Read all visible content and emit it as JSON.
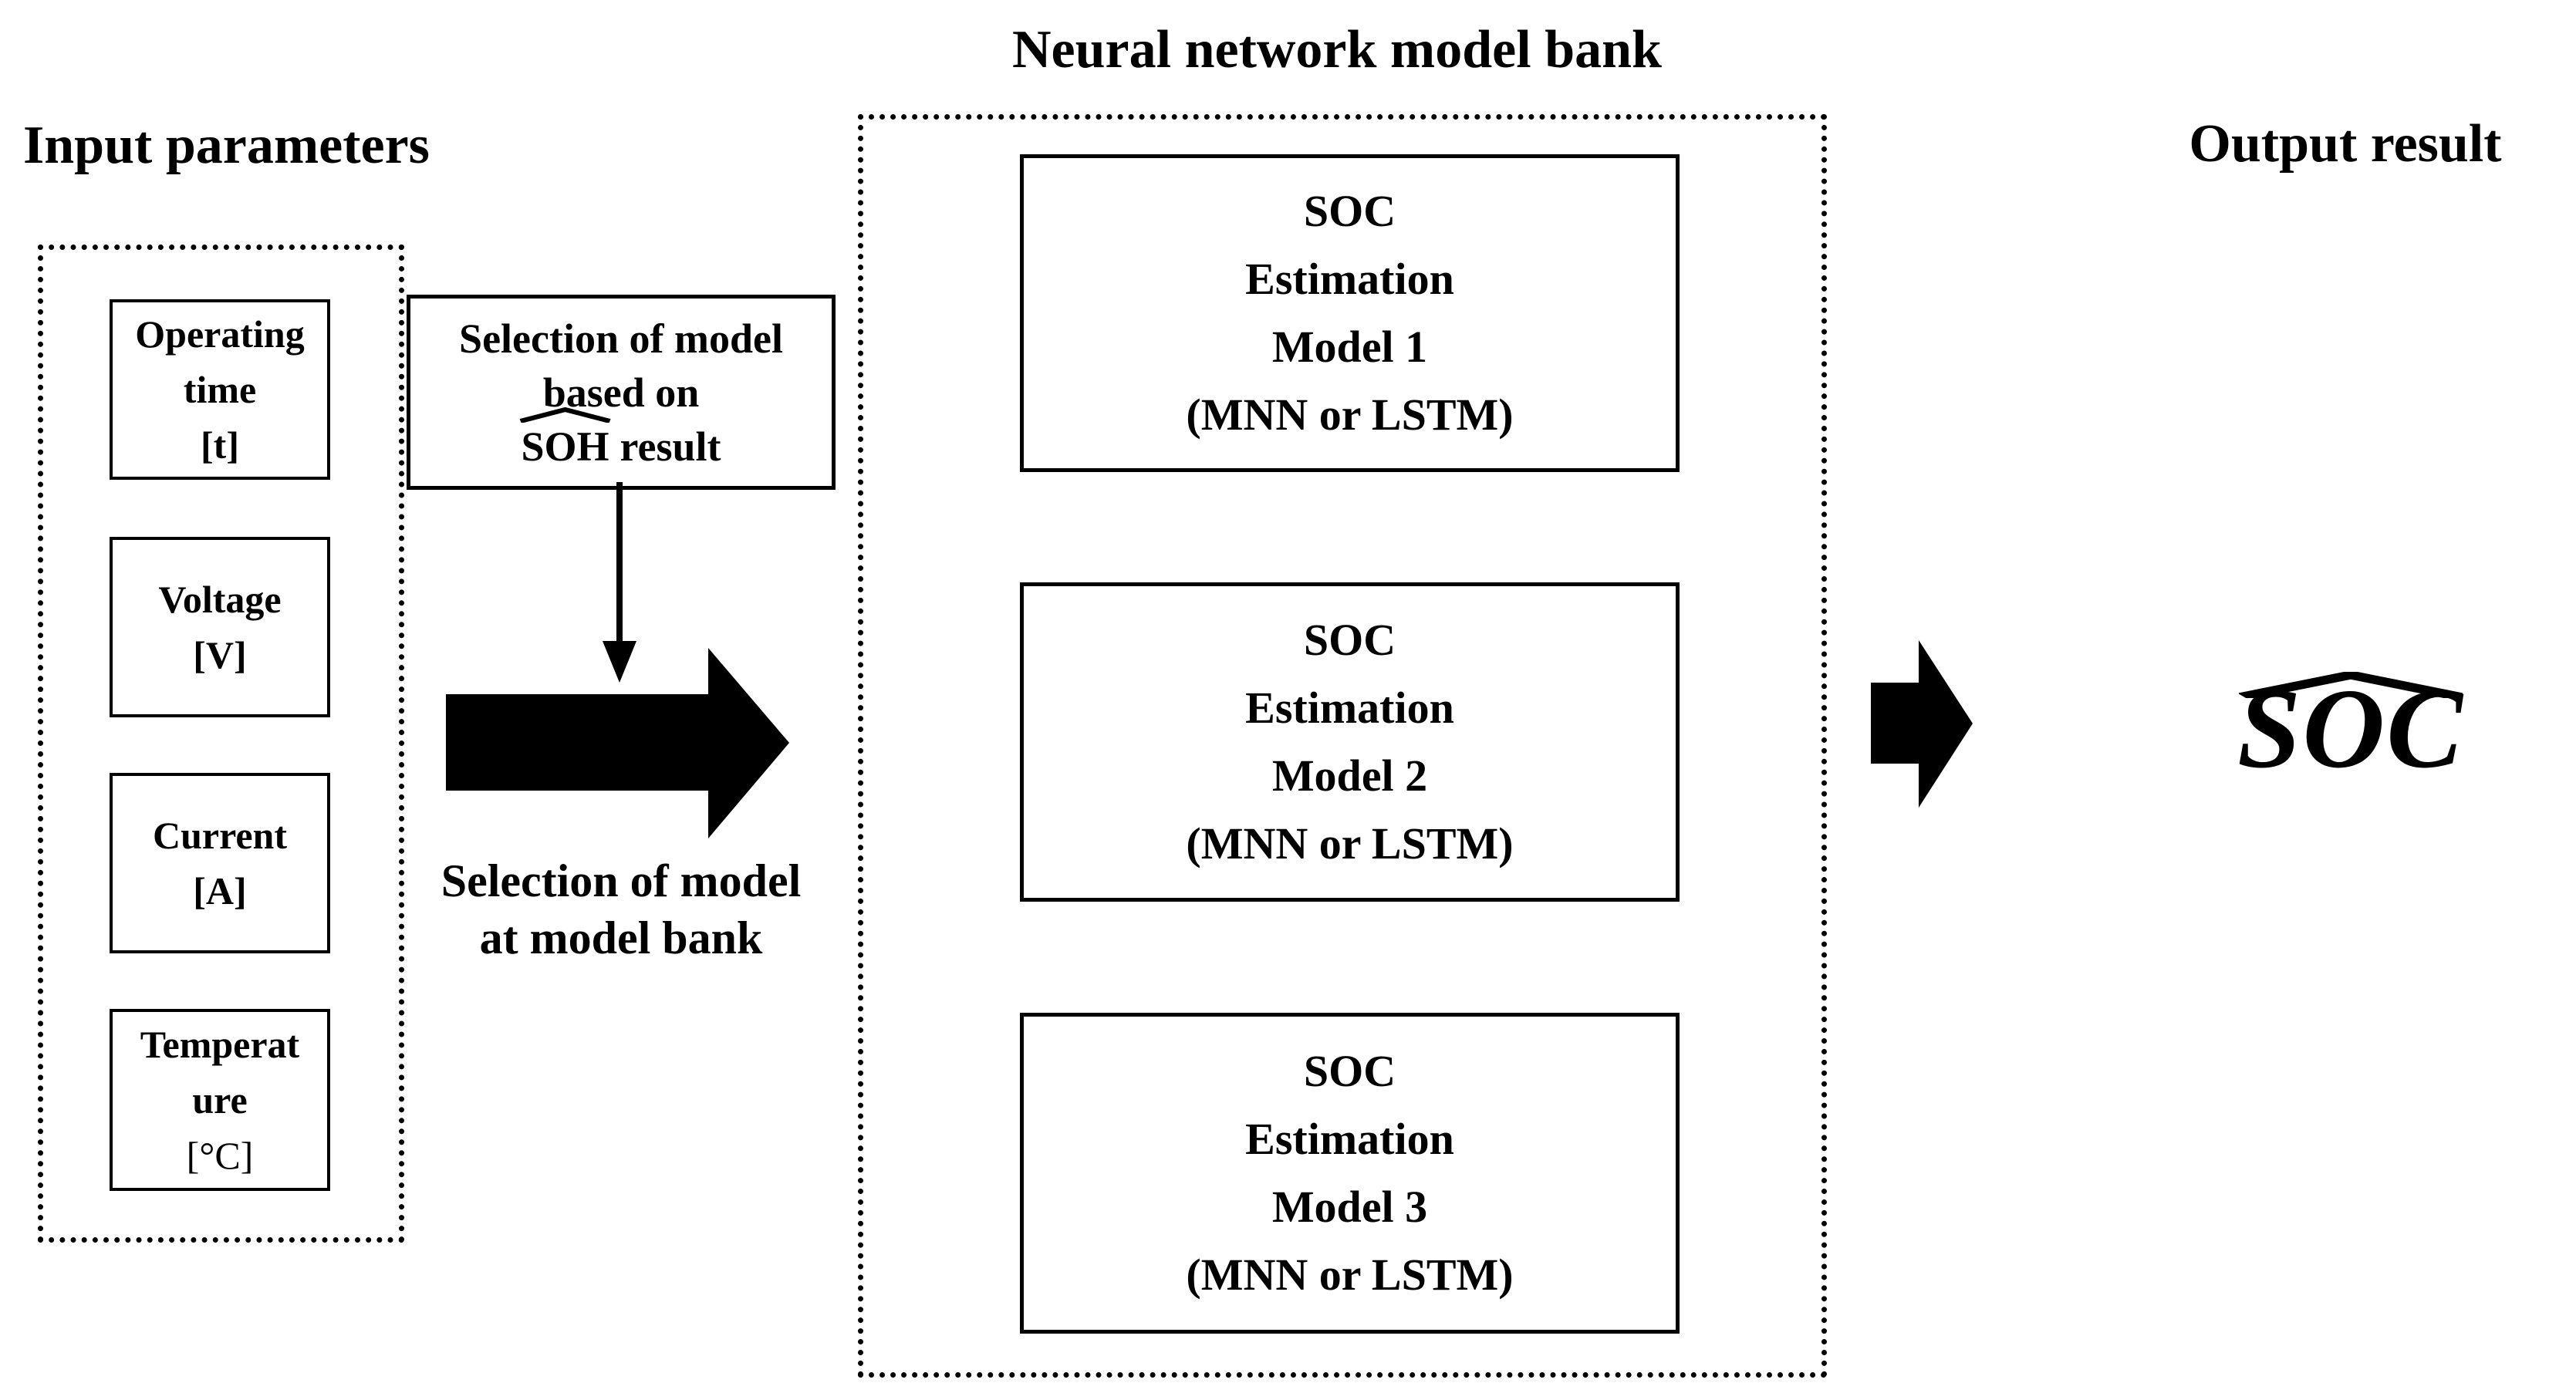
{
  "colors": {
    "ink": "#000000",
    "paper": "#ffffff"
  },
  "headings": {
    "input": "Input parameters",
    "bank": "Neural network model bank",
    "output": "Output result"
  },
  "input_panel": {
    "boxes": [
      {
        "lines": [
          "Operating",
          "time",
          "[t]"
        ]
      },
      {
        "lines": [
          "Voltage",
          "[V]"
        ]
      },
      {
        "lines": [
          "Current",
          "[A]"
        ]
      },
      {
        "lines": [
          "Temperat",
          "ure",
          "[°C]"
        ]
      }
    ]
  },
  "selection_box": {
    "line1": "Selection of model",
    "line2": "based on",
    "hat_text": "SOH",
    "line3_rest": "result"
  },
  "flow_caption": {
    "line1": "Selection of model",
    "line2": "at model bank"
  },
  "model_bank": {
    "models": [
      {
        "lines": [
          "SOC",
          "Estimation",
          "Model 1",
          "(MNN or LSTM)"
        ]
      },
      {
        "lines": [
          "SOC",
          "Estimation",
          "Model 2",
          "(MNN or LSTM)"
        ]
      },
      {
        "lines": [
          "SOC",
          "Estimation",
          "Model 3",
          "(MNN or LSTM)"
        ]
      }
    ]
  },
  "output": {
    "hat_text": "SOC"
  },
  "icons": {
    "down_arrow": "down-arrow",
    "flow_arrow": "right-block-arrow",
    "output_arrow": "right-block-arrow"
  }
}
